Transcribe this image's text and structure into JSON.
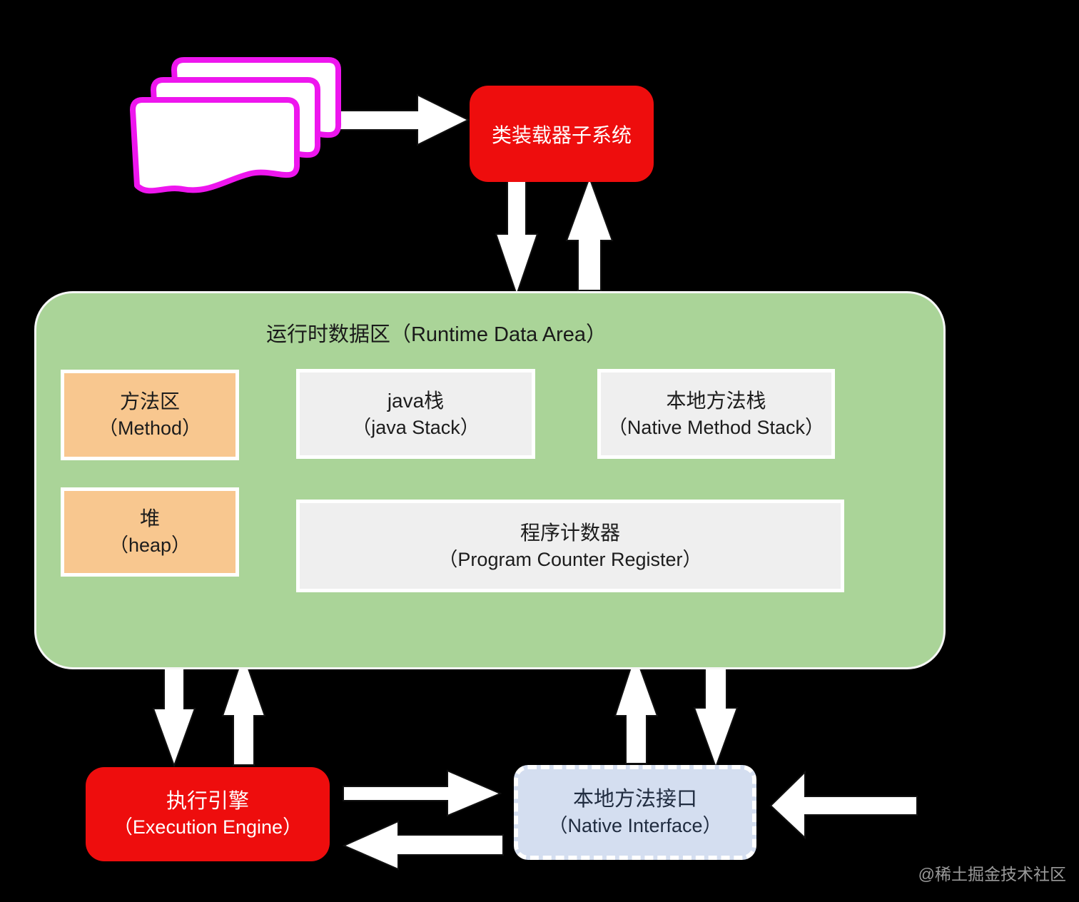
{
  "diagram": {
    "class_loader": {
      "label": "类装载器子系统"
    },
    "runtime_area": {
      "title": "运行时数据区（Runtime Data Area）"
    },
    "method_area": {
      "line1": "方法区",
      "line2": "（Method）"
    },
    "java_stack": {
      "line1": "java栈",
      "line2": "（java Stack）"
    },
    "native_method_stack": {
      "line1": "本地方法栈",
      "line2": "（Native Method Stack）"
    },
    "heap": {
      "line1": "堆",
      "line2": "（heap）"
    },
    "program_counter": {
      "line1": "程序计数器",
      "line2": "（Program Counter Register）"
    },
    "execution_engine": {
      "line1": "执行引擎",
      "line2": "（Execution Engine）"
    },
    "native_interface": {
      "line1": "本地方法接口",
      "line2": "（Native Interface）"
    },
    "watermark": "@稀土掘金技术社区",
    "icons": {
      "class_files": "stacked-documents-icon"
    },
    "colors": {
      "background": "#000000",
      "red_box": "#ee0d0d",
      "green_area": "#aad498",
      "orange_box": "#f8c78f",
      "gray_box": "#efefef",
      "blue_box": "#d4def0",
      "doc_border_magenta": "#ee16ee",
      "arrow": "#ffffff"
    }
  }
}
